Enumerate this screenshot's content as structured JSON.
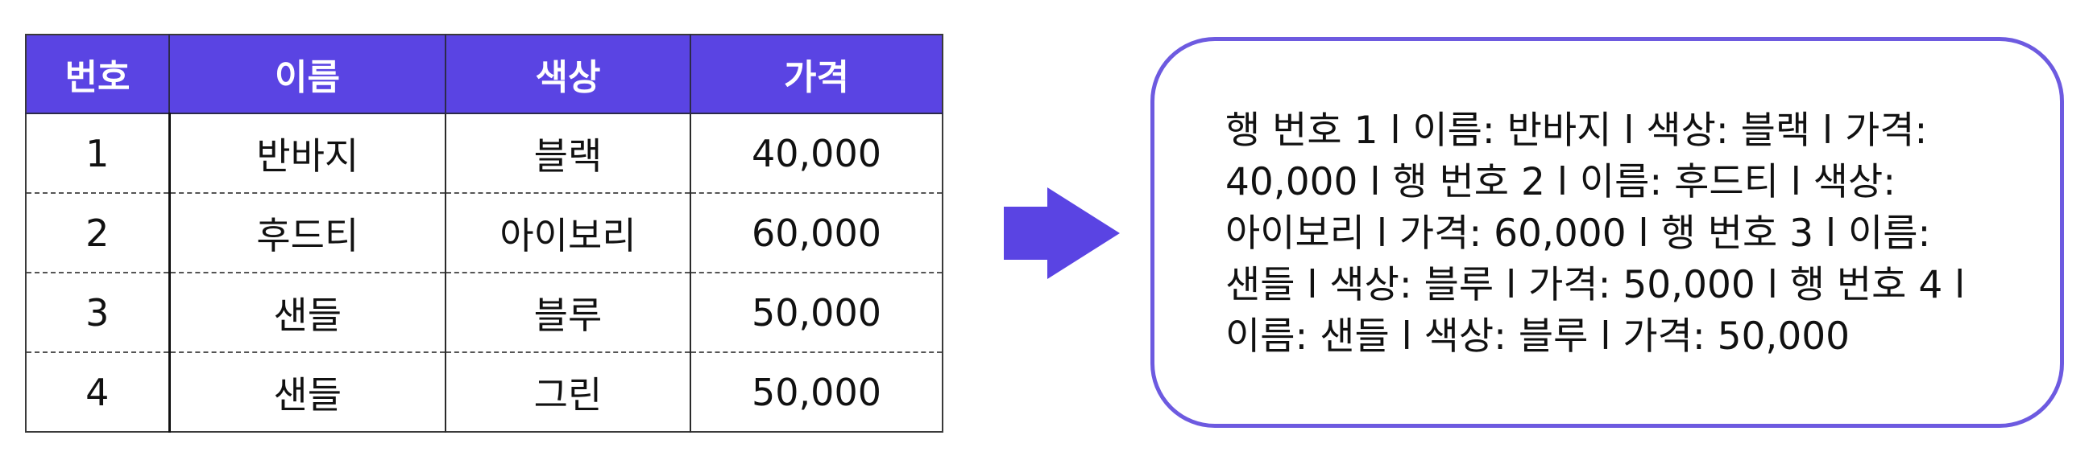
{
  "table": {
    "headers": [
      "번호",
      "이름",
      "색상",
      "가격"
    ],
    "rows": [
      [
        "1",
        "반바지",
        "블랙",
        "40,000"
      ],
      [
        "2",
        "후드티",
        "아이보리",
        "60,000"
      ],
      [
        "3",
        "샌들",
        "블루",
        "50,000"
      ],
      [
        "4",
        "샌들",
        "그린",
        "50,000"
      ]
    ]
  },
  "arrow_icon": "arrow-right-icon",
  "output_text": "행 번호 1 l 이름: 반바지 l 색상: 블랙 l 가격: 40,000 l 행 번호 2 l 이름: 후드티 l 색상: 아이보리 l 가격: 60,000 l 행 번호 3 l 이름: 샌들 l 색상: 블루 l 가격: 50,000 l 행 번호 4 l 이름: 샌들 l 색상: 블루 l 가격: 50,000",
  "colors": {
    "header_bg": "#5a44e3",
    "arrow": "#5a44e3",
    "box_border": "#6d5ae0"
  }
}
